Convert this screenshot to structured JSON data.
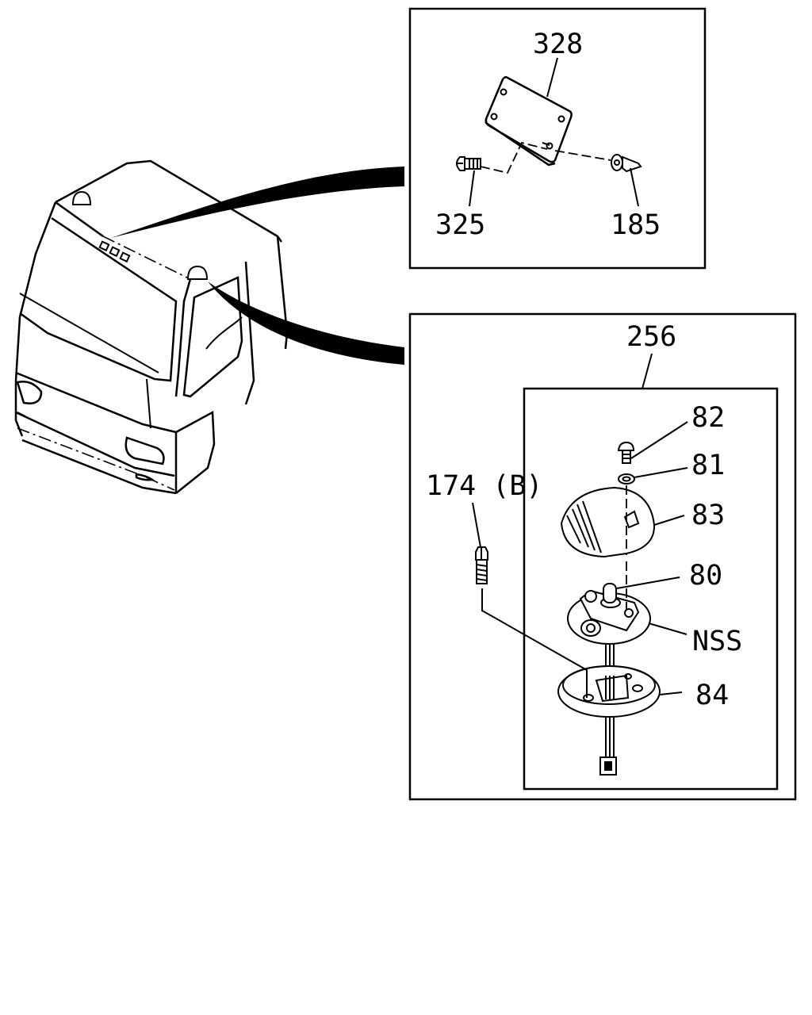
{
  "labels": {
    "p328": "328",
    "p325": "325",
    "p185": "185",
    "p256": "256",
    "p82": "82",
    "p81": "81",
    "p83": "83",
    "p80": "80",
    "pNSS": "NSS",
    "p84": "84",
    "p174B": "174 (B)"
  }
}
